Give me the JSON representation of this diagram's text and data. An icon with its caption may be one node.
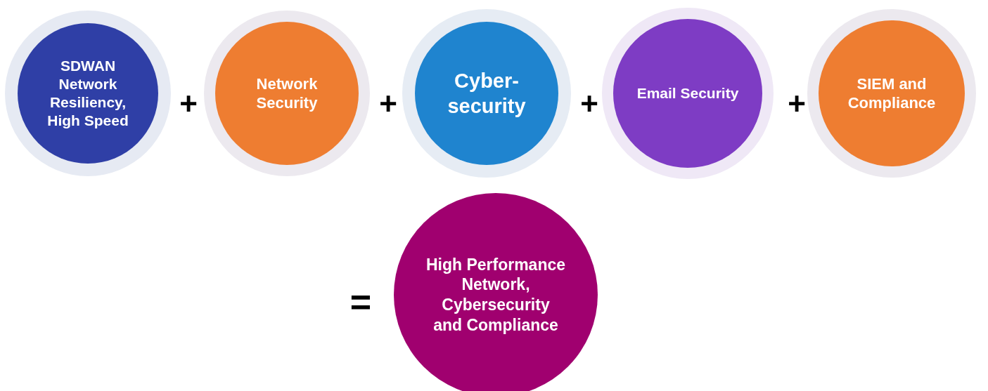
{
  "diagram": {
    "nodes": [
      {
        "text": [
          "SDWAN Network Resiliency, High Speed"
        ]
      },
      {
        "text": [
          "Network Security"
        ]
      },
      {
        "text": [
          "Cyber- security"
        ]
      },
      {
        "text": [
          "Email Security"
        ]
      },
      {
        "text": [
          "SIEM and Compliance"
        ]
      },
      {
        "text": [
          "High Performance Network, Cybersecurity and Compliance"
        ]
      }
    ],
    "labels": [
      "+",
      "+",
      "+",
      "+",
      "="
    ]
  }
}
